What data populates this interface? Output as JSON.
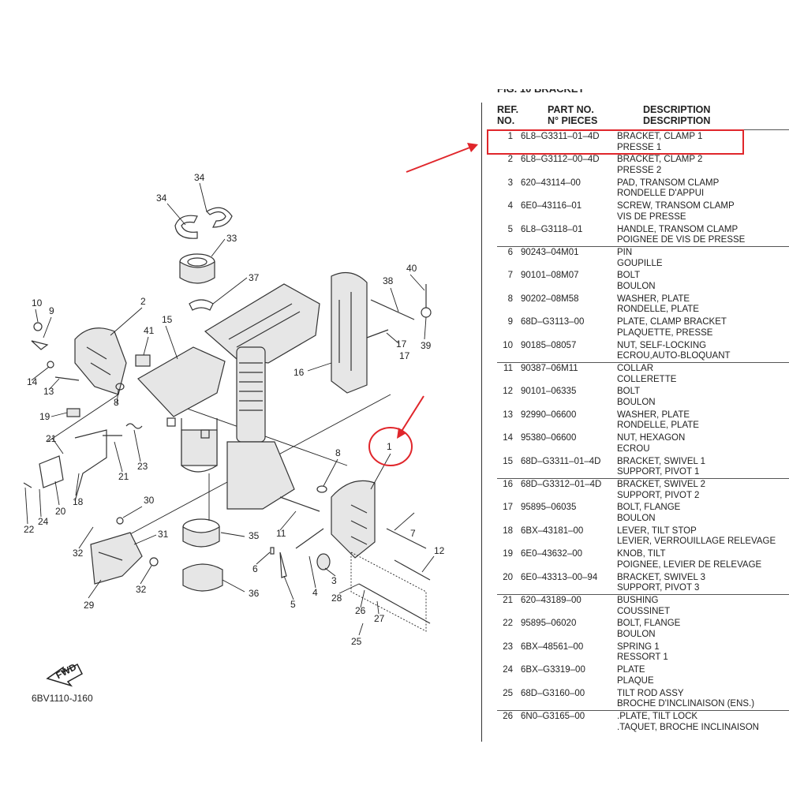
{
  "diagram": {
    "ref_code": "6BV1110-J160",
    "fwd_label": "FWD",
    "callouts": [
      "1",
      "2",
      "3",
      "4",
      "5",
      "6",
      "7",
      "8",
      "8",
      "9",
      "10",
      "11",
      "12",
      "13",
      "14",
      "15",
      "16",
      "17",
      "17",
      "18",
      "19",
      "20",
      "21",
      "21",
      "22",
      "23",
      "24",
      "25",
      "26",
      "27",
      "28",
      "29",
      "30",
      "31",
      "32",
      "32",
      "33",
      "34",
      "34",
      "35",
      "36",
      "37",
      "38",
      "39",
      "40",
      "41"
    ]
  },
  "parts_list": {
    "title_left": "FIG. 10  BRACKET",
    "title_right": "SUPPO",
    "headers": {
      "ref": [
        "REF.",
        "NO."
      ],
      "part_no": [
        "PART NO.",
        "N° PIECES"
      ],
      "description": [
        "DESCRIPTION",
        "DESCRIPTION"
      ]
    },
    "rows": [
      {
        "ref": "1",
        "part_no": "6L8–G3311–01–4D",
        "desc_en": "BRACKET, CLAMP 1",
        "desc_fr": "PRESSE 1"
      },
      {
        "ref": "2",
        "part_no": "6L8–G3112–00–4D",
        "desc_en": "BRACKET, CLAMP 2",
        "desc_fr": "PRESSE 2"
      },
      {
        "ref": "3",
        "part_no": "620–43114–00",
        "desc_en": "PAD, TRANSOM CLAMP",
        "desc_fr": "RONDELLE D'APPUI"
      },
      {
        "ref": "4",
        "part_no": "6E0–43116–01",
        "desc_en": "SCREW, TRANSOM CLAMP",
        "desc_fr": "VIS DE PRESSE"
      },
      {
        "ref": "5",
        "part_no": "6L8–G3118–01",
        "desc_en": "HANDLE, TRANSOM CLAMP",
        "desc_fr": "POIGNEE DE VIS DE PRESSE"
      },
      {
        "ref": "6",
        "part_no": "90243–04M01",
        "desc_en": "PIN",
        "desc_fr": "GOUPILLE"
      },
      {
        "ref": "7",
        "part_no": "90101–08M07",
        "desc_en": "BOLT",
        "desc_fr": "BOULON"
      },
      {
        "ref": "8",
        "part_no": "90202–08M58",
        "desc_en": "WASHER, PLATE",
        "desc_fr": "RONDELLE, PLATE"
      },
      {
        "ref": "9",
        "part_no": "68D–G3113–00",
        "desc_en": "PLATE, CLAMP BRACKET",
        "desc_fr": "PLAQUETTE, PRESSE"
      },
      {
        "ref": "10",
        "part_no": "90185–08057",
        "desc_en": "NUT, SELF-LOCKING",
        "desc_fr": "ECROU,AUTO-BLOQUANT"
      },
      {
        "ref": "11",
        "part_no": "90387–06M11",
        "desc_en": "COLLAR",
        "desc_fr": "COLLERETTE"
      },
      {
        "ref": "12",
        "part_no": "90101–06335",
        "desc_en": "BOLT",
        "desc_fr": "BOULON"
      },
      {
        "ref": "13",
        "part_no": "92990–06600",
        "desc_en": "WASHER, PLATE",
        "desc_fr": "RONDELLE, PLATE"
      },
      {
        "ref": "14",
        "part_no": "95380–06600",
        "desc_en": "NUT, HEXAGON",
        "desc_fr": "ECROU"
      },
      {
        "ref": "15",
        "part_no": "68D–G3311–01–4D",
        "desc_en": "BRACKET, SWIVEL 1",
        "desc_fr": "SUPPORT, PIVOT 1"
      },
      {
        "ref": "16",
        "part_no": "68D–G3312–01–4D",
        "desc_en": "BRACKET, SWIVEL 2",
        "desc_fr": "SUPPORT, PIVOT 2"
      },
      {
        "ref": "17",
        "part_no": "95895–06035",
        "desc_en": "BOLT, FLANGE",
        "desc_fr": "BOULON"
      },
      {
        "ref": "18",
        "part_no": "6BX–43181–00",
        "desc_en": "LEVER, TILT STOP",
        "desc_fr": "LEVIER, VERROUILLAGE RELEVAGE"
      },
      {
        "ref": "19",
        "part_no": "6E0–43632–00",
        "desc_en": "KNOB, TILT",
        "desc_fr": "POIGNEE, LEVIER DE RELEVAGE"
      },
      {
        "ref": "20",
        "part_no": "6E0–43313–00–94",
        "desc_en": "BRACKET, SWIVEL 3",
        "desc_fr": "SUPPORT, PIVOT 3"
      },
      {
        "ref": "21",
        "part_no": "620–43189–00",
        "desc_en": "BUSHING",
        "desc_fr": "COUSSINET"
      },
      {
        "ref": "22",
        "part_no": "95895–06020",
        "desc_en": "BOLT, FLANGE",
        "desc_fr": "BOULON"
      },
      {
        "ref": "23",
        "part_no": "6BX–48561–00",
        "desc_en": "SPRING 1",
        "desc_fr": "RESSORT 1"
      },
      {
        "ref": "24",
        "part_no": "6BX–G3319–00",
        "desc_en": "PLATE",
        "desc_fr": "PLAQUE"
      },
      {
        "ref": "25",
        "part_no": "68D–G3160–00",
        "desc_en": "TILT ROD ASSY",
        "desc_fr": "BROCHE D'INCLINAISON (ENS.)"
      },
      {
        "ref": "26",
        "part_no": "6N0–G3165–00",
        "desc_en": ".PLATE, TILT LOCK",
        "desc_fr": ".TAQUET, BROCHE INCLINAISON"
      }
    ]
  },
  "annotation_color": "#e0262b"
}
